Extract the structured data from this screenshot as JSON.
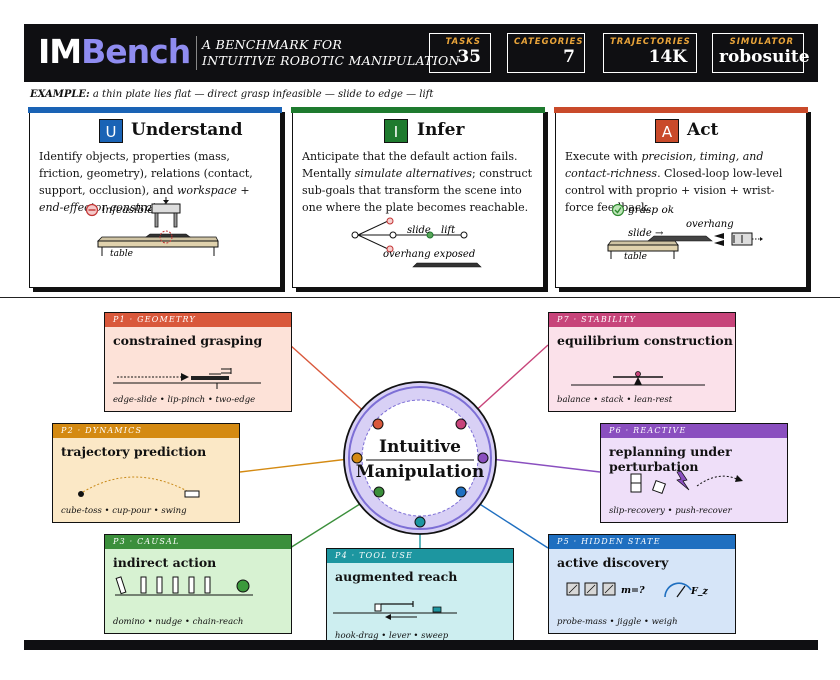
{
  "header": {
    "logo_part1": "IM",
    "logo_part2": "Bench",
    "subtitle_line1": "A BENCHMARK FOR",
    "subtitle_line2": "INTUITIVE ROBOTIC MANIPULATION",
    "stats": [
      {
        "label": "TASKS",
        "value": "35"
      },
      {
        "label": "CATEGORIES",
        "value": "7"
      },
      {
        "label": "TRAJECTORIES",
        "value": "14K"
      },
      {
        "label": "SIMULATOR",
        "value": "robosuite"
      }
    ]
  },
  "example": {
    "label": "EXAMPLE:",
    "text": "a thin plate lies flat — direct grasp infeasible — slide to edge — lift"
  },
  "stages": [
    {
      "letter": "U",
      "title": "Understand",
      "color": "#1a63b5",
      "body_1": "Identify objects, properties (mass, friction, geometry), relations (contact, support, occlusion), and ",
      "body_em": "workspace + end-effector constraints",
      "body_2": ".",
      "labels": {
        "infeasible": "infeasible",
        "table": "table"
      }
    },
    {
      "letter": "I",
      "title": "Infer",
      "color": "#1e7a2e",
      "body_1": "Anticipate that the default action fails. Mentally ",
      "body_em": "simulate alternatives",
      "body_2": "; construct sub-goals that transform the scene into one where the plate becomes reachable.",
      "labels": {
        "slide": "slide",
        "lift": "lift",
        "overhang_exposed": "overhang exposed"
      }
    },
    {
      "letter": "A",
      "title": "Act",
      "color": "#c94a2a",
      "body_1": "Execute with ",
      "body_em": "precision, timing, and contact-richness",
      "body_2": ". Closed-loop low-level control with proprio + vision + wrist-force feedback.",
      "labels": {
        "grasp_ok": "grasp ok",
        "overhang": "overhang",
        "slide": "slide →",
        "table": "table"
      }
    }
  ],
  "hub": {
    "line1": "Intuitive",
    "line2": "Manipulation"
  },
  "principles": [
    {
      "id": "P1 · GEOMETRY",
      "title": "constrained grasping",
      "tags": "edge-slide • lip-pinch • two-edge",
      "color": "#d9583b",
      "bg": "#fde2d8",
      "node": "#d9583b"
    },
    {
      "id": "P7 · STABILITY",
      "title": "equilibrium construction",
      "tags": "balance • stack • lean-rest",
      "color": "#c7447a",
      "bg": "#fbe1ea",
      "node": "#c7447a"
    },
    {
      "id": "P2 · DYNAMICS",
      "title": "trajectory prediction",
      "tags": "cube-toss • cup-pour • swing",
      "color": "#d48a12",
      "bg": "#fbe8c6",
      "node": "#d48a12"
    },
    {
      "id": "P6 · REACTIVE",
      "title": "replanning under perturbation",
      "tags": "slip-recovery • push-recover",
      "color": "#8a4fbf",
      "bg": "#efdff9",
      "node": "#8a4fbf"
    },
    {
      "id": "P3 · CAUSAL",
      "title": "indirect action",
      "tags": "domino • nudge • chain-reach",
      "color": "#3b8f3b",
      "bg": "#d7f2d2",
      "node": "#3b8f3b"
    },
    {
      "id": "P4 · TOOL USE",
      "title": "augmented reach",
      "tags": "hook-drag • lever • sweep",
      "color": "#1d96a0",
      "bg": "#cdeef0",
      "node": "#1d96a0"
    },
    {
      "id": "P5 · HIDDEN STATE",
      "title": "active discovery",
      "tags": "probe-mass • jiggle • weigh",
      "color": "#1f6fc0",
      "bg": "#d6e5f8",
      "node": "#1f6fc0"
    }
  ],
  "illustration_text": {
    "m_q": "m=?",
    "f_z": "F_z"
  },
  "colors": {
    "header_bg": "#0f0f12",
    "stat_label": "#e9a43a",
    "hub_fill": "#d8d0f5",
    "hub_ring": "#7d6fd6"
  }
}
